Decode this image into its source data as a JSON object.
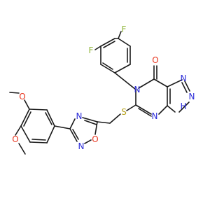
{
  "colors": {
    "bond": "#1a1a1a",
    "fluorine": "#8fb63a",
    "oxygen": "#e8361f",
    "nitrogen": "#2b2bd9",
    "sulfur": "#b8a21f",
    "background": "#ffffff"
  },
  "atoms": {
    "f1": "F",
    "f2": "F",
    "o_carbonyl": "O",
    "n5": "N",
    "n7": "N",
    "n_pyr": "N",
    "nh": "N",
    "h_nh": "H",
    "s": "S",
    "n_ox3": "N",
    "o_ox": "O",
    "n_ox2": "N",
    "o_ome1": "O",
    "o_ome2": "O"
  }
}
